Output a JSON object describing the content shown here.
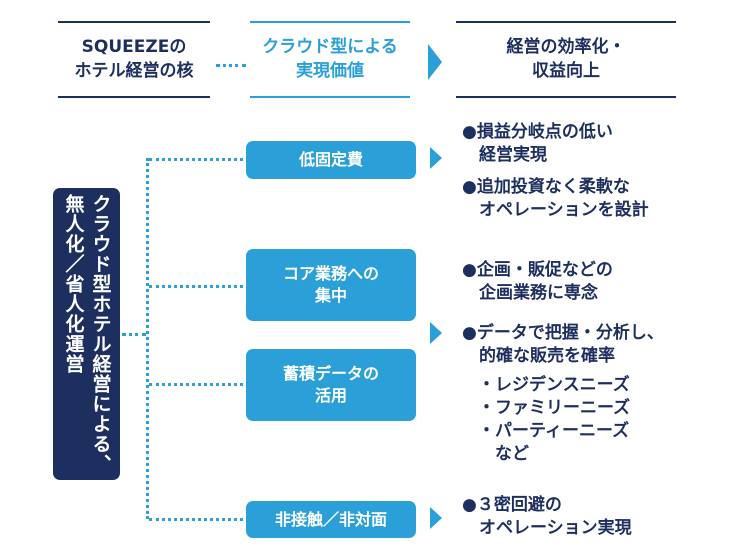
{
  "header": {
    "col1": "SQUEEZEの\nホテル経営の核",
    "col2": "クラウド型による\n実現価値",
    "col3": "経営の効率化・\n収益向上"
  },
  "core": {
    "label": "クラウド型ホテル経営による、\n無人化／省人化運営"
  },
  "values": [
    {
      "label": "低固定費"
    },
    {
      "label": "コア業務への\n集中"
    },
    {
      "label": "蓄積データの\n活用"
    },
    {
      "label": "非接触／非対面"
    }
  ],
  "results": [
    {
      "text": "●損益分岐点の低い\n　経営実現"
    },
    {
      "text": "●追加投資なく柔軟な\n　オペレーションを設計"
    },
    {
      "text": "●企画・販促などの\n　企画業務に専念"
    },
    {
      "text": "●データで把握・分析し、\n　的確な販売を確率"
    },
    {
      "text": "・レジデンスニーズ\n・ファミリーニーズ\n・パーティーニーズ\n　など"
    },
    {
      "text": "●３密回避の\n　オペレーション実現"
    }
  ],
  "colors": {
    "navy": "#1d2f5f",
    "blue": "#2b9fd8"
  }
}
